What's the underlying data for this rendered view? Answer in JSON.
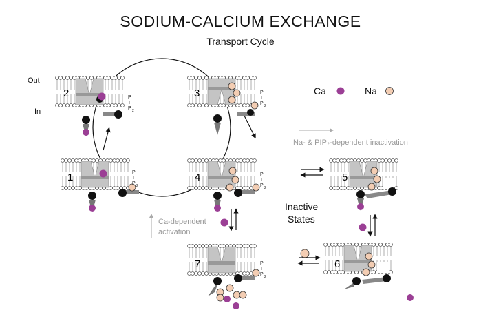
{
  "title": "SODIUM-CALCIUM EXCHANGE",
  "subtitle": "Transport Cycle",
  "side_labels": {
    "out": "Out",
    "in": "In"
  },
  "legend": {
    "ca_label": "Ca",
    "na_label": "Na"
  },
  "pip_letters": [
    "P",
    "I",
    "P",
    "2"
  ],
  "states": [
    "1",
    "2",
    "3",
    "4",
    "5",
    "6",
    "7"
  ],
  "annotations": {
    "na_pip": "Na- & PIP₂-dependent inactivation",
    "inactive_1": "Inactive",
    "inactive_2": "States",
    "ca_dep_1": "Ca-dependent",
    "ca_dep_2": "activation"
  },
  "colors": {
    "ca": "#9b3f95",
    "na": "#f3cdb3",
    "protein": "#c4c4c4",
    "lipid_head": "#ffffff",
    "black": "#111111",
    "grey_text": "#999999"
  }
}
